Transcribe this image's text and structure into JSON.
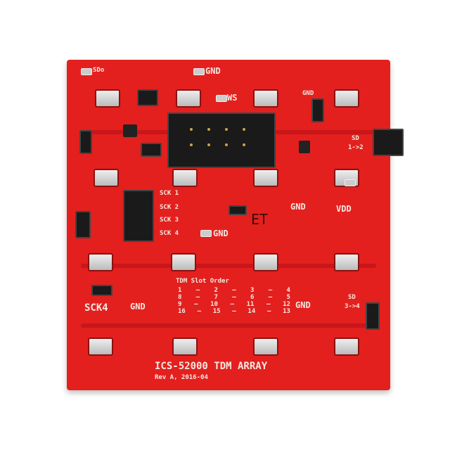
{
  "board": {
    "color": "#e3201e",
    "labels": {
      "sdo": "SDo",
      "gnd_top": "GND",
      "ws": "WS",
      "gnd_top_right": "GND",
      "sd_top": "SD",
      "sd_top_sel": "1->2",
      "vdd": "VDD",
      "gnd_mid_right": "GND",
      "sck1": "SCK 1",
      "sck2": "SCK 2",
      "sck3": "SCK 3",
      "sck4": "SCK 4",
      "gnd_mid": "GND",
      "et": "ET",
      "sck4_left": "SCK4",
      "gnd_left": "GND",
      "gnd_right": "GND",
      "sd_bottom": "SD",
      "sd_bottom_sel": "3->4"
    },
    "slot_order": {
      "title": "TDM Slot Order",
      "rows": [
        [
          "1",
          "2",
          "3",
          "4"
        ],
        [
          "8",
          "7",
          "6",
          "5"
        ],
        [
          "9",
          "10",
          "11",
          "12"
        ],
        [
          "16",
          "15",
          "14",
          "13"
        ]
      ]
    },
    "product_name": "ICS-52000 TDM ARRAY",
    "revision": "Rev A, 2016-04"
  }
}
